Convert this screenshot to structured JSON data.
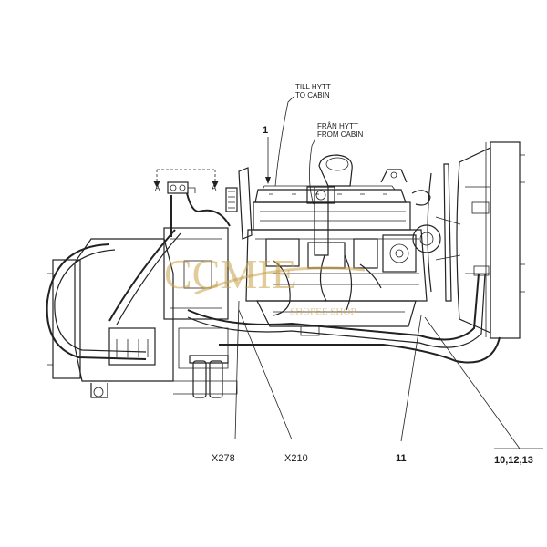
{
  "labels": {
    "till_hytt": "TILL HYTT",
    "to_cabin": "TO CABIN",
    "fran_hytt": "FRÅN HYTT",
    "from_cabin": "FROM CABIN",
    "callout_1": "1",
    "callout_x278": "X278",
    "callout_x210": "X210",
    "callout_11": "11",
    "callout_10_12_13": "10,12,13",
    "view_a_left": "A",
    "view_a_right": "A"
  },
  "watermark": {
    "text_main": "CCMIE",
    "text_sub": "SHOPEE SHOP"
  },
  "colors": {
    "line": "#222222",
    "watermark": "#c9a24a"
  }
}
